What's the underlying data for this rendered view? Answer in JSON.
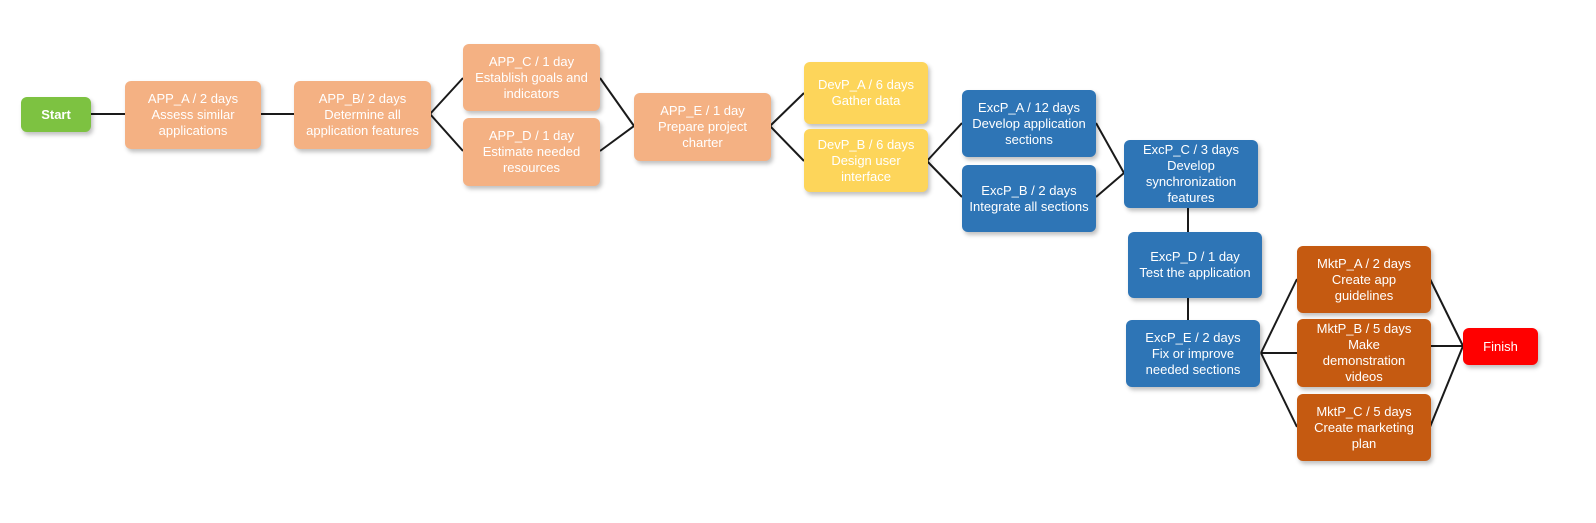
{
  "nodes": {
    "start": {
      "label": "Start"
    },
    "app_a": {
      "title": "APP_A  / 2 days",
      "desc": [
        "Assess similar",
        "applications"
      ]
    },
    "app_b": {
      "title": "APP_B/  2 days",
      "desc": [
        "Determine all",
        "application features"
      ]
    },
    "app_c": {
      "title": "APP_C / 1 day",
      "desc": [
        "Establish goals and",
        "indicators"
      ]
    },
    "app_d": {
      "title": "APP_D / 1 day",
      "desc": [
        "Estimate needed",
        "resources"
      ]
    },
    "app_e": {
      "title": "APP_E / 1 day",
      "desc": [
        "Prepare project",
        "charter"
      ]
    },
    "devp_a": {
      "title": "DevP_A / 6 days",
      "desc": [
        "Gather data"
      ]
    },
    "devp_b": {
      "title": "DevP_B / 6 days",
      "desc": [
        "Design user",
        "interface"
      ]
    },
    "excp_a": {
      "title": "ExcP_A / 12 days",
      "desc": [
        "Develop application",
        "sections"
      ]
    },
    "excp_b": {
      "title": "ExcP_B  / 2 days",
      "desc": [
        "Integrate all sections"
      ]
    },
    "excp_c": {
      "title": "ExcP_C / 3 days",
      "desc": [
        "Develop",
        "synchronization",
        "features"
      ]
    },
    "excp_d": {
      "title": "ExcP_D / 1 day",
      "desc": [
        "Test the application"
      ]
    },
    "excp_e": {
      "title": "ExcP_E / 2 days",
      "desc": [
        "Fix or improve",
        "needed sections"
      ]
    },
    "mktp_a": {
      "title": "MktP_A / 2 days",
      "desc": [
        "Create app",
        "guidelines"
      ]
    },
    "mktp_b": {
      "title": "MktP_B / 5 days",
      "desc": [
        "Make",
        "demonstration",
        "videos"
      ]
    },
    "mktp_c": {
      "title": "MktP_C / 5 days",
      "desc": [
        "Create marketing",
        "plan"
      ]
    },
    "finish": {
      "label": "Finish"
    }
  },
  "colors": {
    "start": "#7dc241",
    "app_phase": "#f4b183",
    "dev_phase": "#fdd55a",
    "exc_phase": "#2e75b6",
    "mkt_phase": "#c55a11",
    "finish": "#ff0000",
    "connector": "#1a1a1a"
  }
}
